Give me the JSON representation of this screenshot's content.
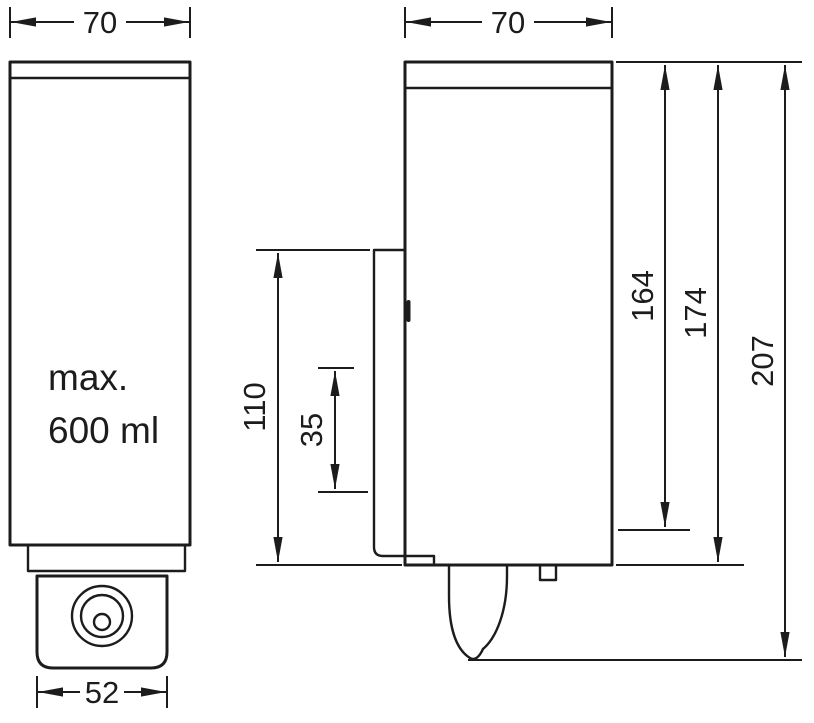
{
  "drawing": {
    "description": "Technical dimension drawing of a wall-mounted soap dispenser, front view and side view",
    "capacity": {
      "line1": "max.",
      "line2": "600 ml"
    },
    "dimensions": {
      "front_width": "70",
      "side_depth": "70",
      "pump_width": "52",
      "bracket_height": "110",
      "lever_offset": "35",
      "height_to_bracket": "164",
      "body_height": "174",
      "total_height": "207"
    },
    "colors": {
      "line": "#1c1c1c",
      "background": "#ffffff"
    }
  }
}
